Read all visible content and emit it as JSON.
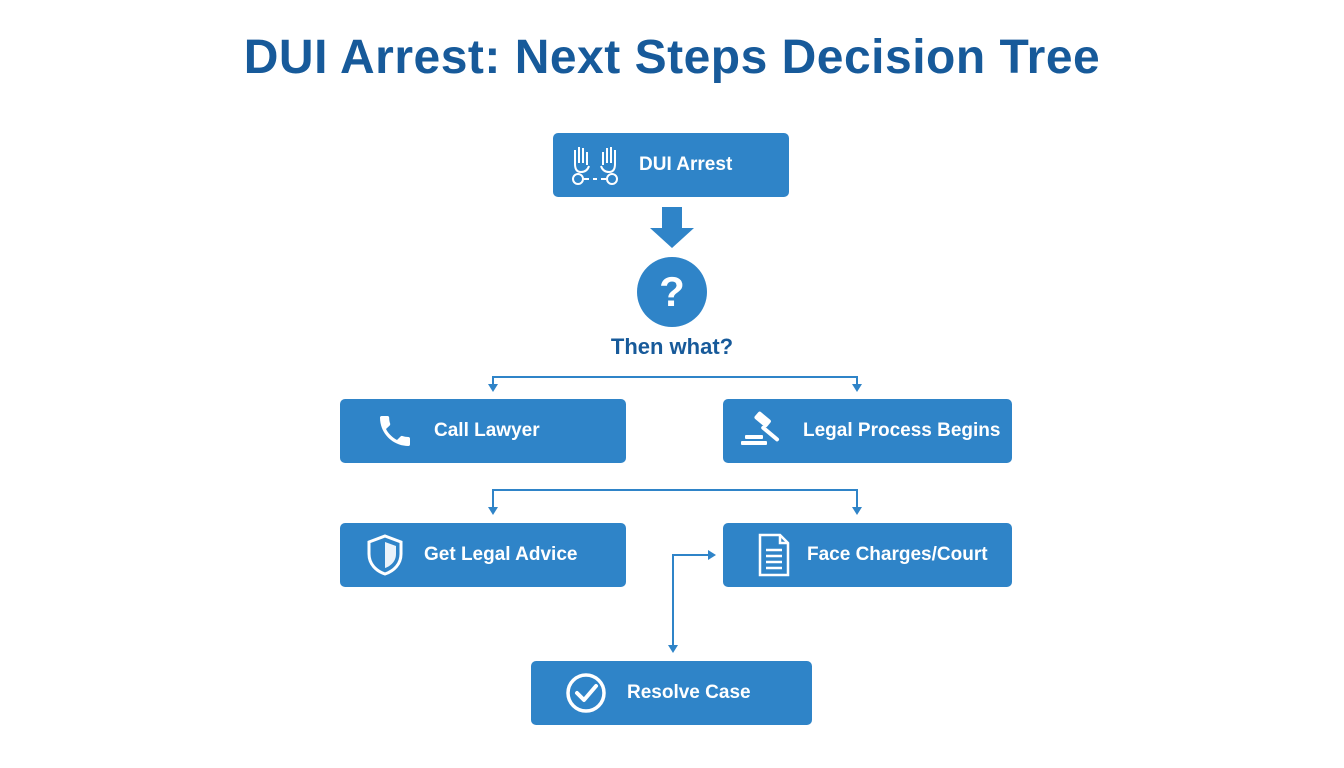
{
  "title": "DUI Arrest: Next Steps Decision Tree",
  "colors": {
    "box": "#2f84c8",
    "title": "#175a9a",
    "line": "#2f84c8"
  },
  "nodes": {
    "start": {
      "label": "DUI Arrest",
      "icon": "handcuffed-hands-icon"
    },
    "decision": {
      "symbol": "?",
      "label": "Then what?"
    },
    "call_lawyer": {
      "label": "Call Lawyer",
      "icon": "phone-icon"
    },
    "legal_process": {
      "label": "Legal Process Begins",
      "icon": "gavel-icon"
    },
    "legal_advice": {
      "label": "Get Legal Advice",
      "icon": "shield-icon"
    },
    "face_charges": {
      "label": "Face Charges/Court",
      "icon": "document-icon"
    },
    "resolve": {
      "label": "Resolve Case",
      "icon": "check-circle-icon"
    }
  },
  "edges": [
    {
      "from": "start",
      "to": "decision"
    },
    {
      "from": "decision",
      "to": "call_lawyer"
    },
    {
      "from": "decision",
      "to": "legal_process"
    },
    {
      "from": "decision",
      "to": "legal_advice"
    },
    {
      "from": "decision",
      "to": "face_charges"
    },
    {
      "from": "resolve",
      "to": "face_charges"
    },
    {
      "from": "face_charges",
      "to": "resolve"
    }
  ]
}
